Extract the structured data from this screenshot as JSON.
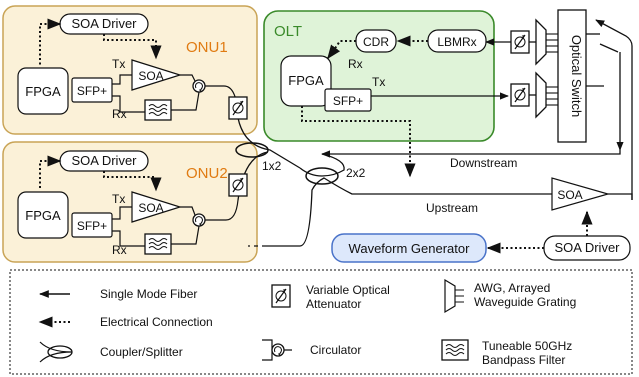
{
  "onu1": {
    "title": "ONU1",
    "soa_driver": "SOA Driver",
    "fpga": "FPGA",
    "sfp": "SFP+",
    "soa": "SOA",
    "tx": "Tx",
    "rx": "Rx"
  },
  "onu2": {
    "title": "ONU2",
    "soa_driver": "SOA Driver",
    "fpga": "FPGA",
    "sfp": "SFP+",
    "soa": "SOA",
    "tx": "Tx",
    "rx": "Rx"
  },
  "olt": {
    "title": "OLT",
    "cdr": "CDR",
    "lbmrx": "LBMRx",
    "fpga": "FPGA",
    "sfp": "SFP+",
    "rx": "Rx",
    "tx": "Tx"
  },
  "optical_switch": "Optical Switch",
  "splitter_1x2": "1x2",
  "coupler_2x2": "2x2",
  "downstream": "Downstream",
  "upstream": "Upstream",
  "soa_upstream": "SOA",
  "waveform_generator": "Waveform Generator",
  "soa_driver_bottom": "SOA Driver",
  "legend": {
    "smf": "Single Mode Fiber",
    "elec": "Electrical Connection",
    "coupler": "Coupler/Splitter",
    "voa_1": "Variable Optical",
    "voa_2": "Attenuator",
    "circ": "Circulator",
    "awg_1": "AWG, Arrayed",
    "awg_2": "Waveguide Grating",
    "filter_1": "Tuneable 50GHz",
    "filter_2": "Bandpass Filter"
  },
  "colors": {
    "onu_fill": "#fbf1d8",
    "onu_stroke": "#c9a456",
    "onu_title": "#e07b12",
    "olt_fill": "#dff3d8",
    "olt_stroke": "#3a8a2a",
    "olt_title": "#3a8a2a",
    "wg_fill": "#dde8fb",
    "wg_stroke": "#4a73c9"
  },
  "icons": [
    "arrow-left-icon",
    "voa-icon",
    "circulator-icon",
    "coupler-icon",
    "filter-icon",
    "awg-icon"
  ]
}
